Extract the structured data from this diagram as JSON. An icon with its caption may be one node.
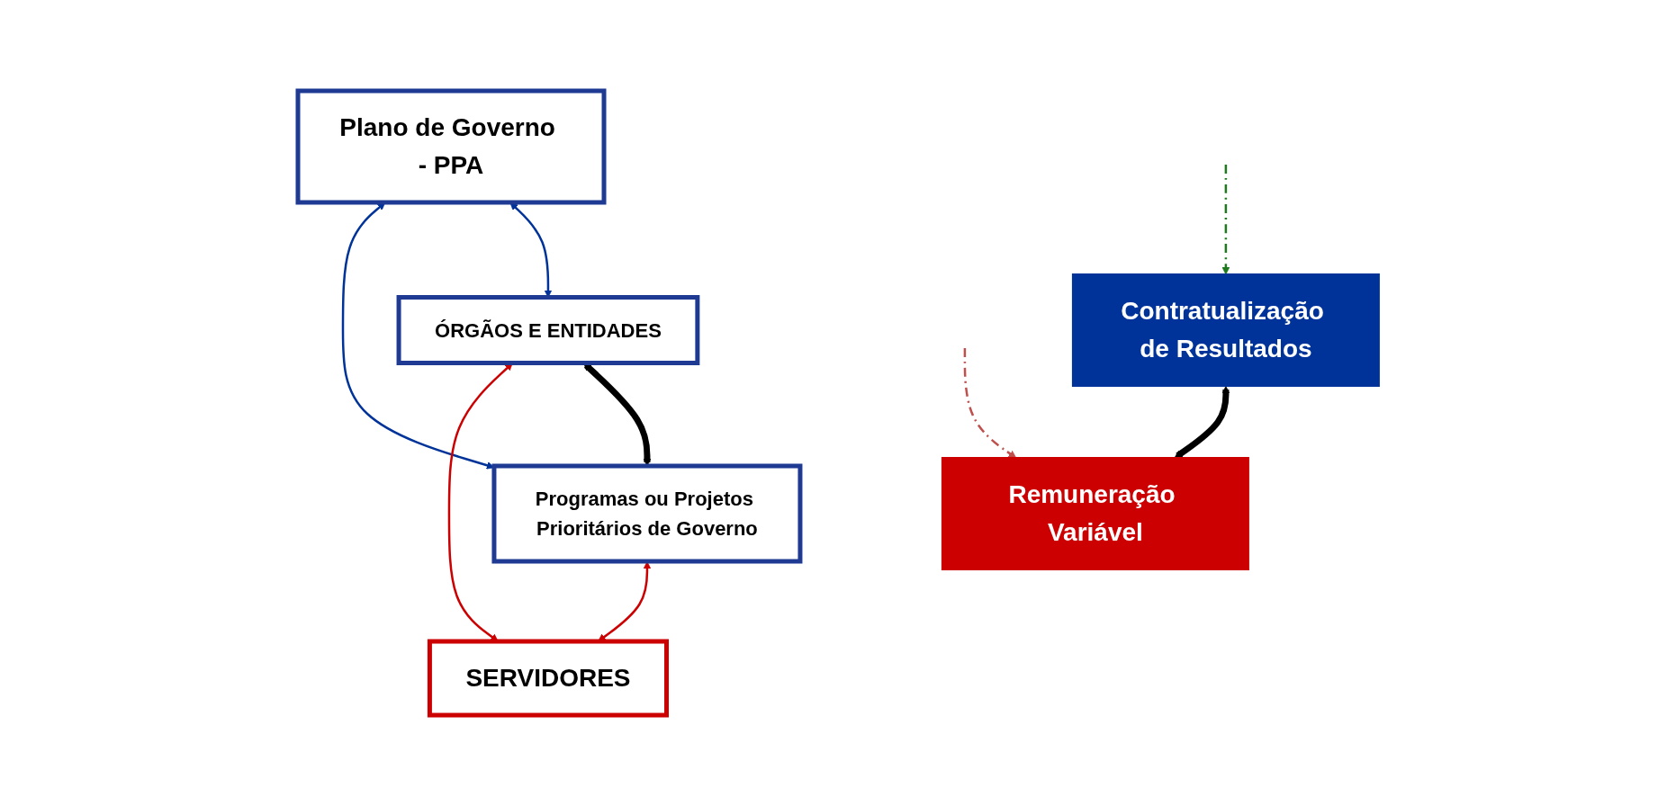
{
  "diagram": {
    "nodes": [
      {
        "text": [
          "Plano de Governo - PPA"
        ]
      },
      {
        "text": [
          "Contratualização de Resultados"
        ]
      },
      {
        "text": [
          "ÓRGÃOS E ENTIDADES"
        ]
      },
      {
        "text": [
          "Programas ou Projetos Prioritários de Governo"
        ]
      },
      {
        "text": [
          "Remuneração Variável"
        ]
      },
      {
        "text": [
          "SERVIDORES"
        ]
      }
    ],
    "edges": [
      {
        "from": 0,
        "to": 2,
        "arrow": "both",
        "color": "#003399"
      },
      {
        "from": 0,
        "to": 3,
        "arrow": "both",
        "color": "#003399"
      },
      {
        "from": 2,
        "to": 3,
        "arrow": "both",
        "style": "thick",
        "color": "#000000"
      },
      {
        "from": 1,
        "to": 4,
        "arrow": "both",
        "style": "thick",
        "color": "#000000"
      },
      {
        "from": 2,
        "to": 5,
        "arrow": "both",
        "color": "#cc0000"
      },
      {
        "from": 3,
        "to": 5,
        "arrow": "both",
        "color": "#cc0000"
      },
      {
        "from": null,
        "to": 1,
        "arrow": "to",
        "style": "dashed",
        "color": "#1e7a1e"
      },
      {
        "from": null,
        "to": 4,
        "arrow": "to",
        "style": "dashed",
        "color": "#c0504d"
      }
    ]
  }
}
